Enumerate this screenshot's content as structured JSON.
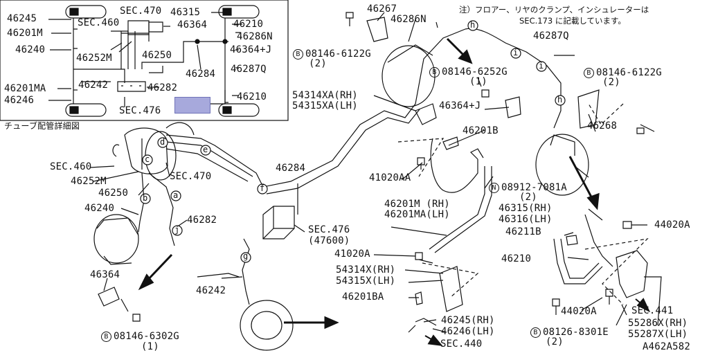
{
  "note": {
    "line1": "注）フロアー、リヤのクランプ、インシュレーターは",
    "line2": "SEC.173 に記載しています。"
  },
  "inset": {
    "caption": "チューブ配管詳細図",
    "labels": {
      "p46245": "46245",
      "p46201M": "46201M",
      "p46240": "46240",
      "sec460": "SEC.460",
      "sec470": "SEC.470",
      "p46252M": "46252M",
      "p46250": "46250",
      "p46315": "46315",
      "p46210a": "46210",
      "p46364": "46364",
      "p46286N": "46286N",
      "p46364J": "46364+J",
      "p46284": "46284",
      "p46287Q": "46287Q",
      "p46201MA": "46201MA",
      "p46242": "46242",
      "p46282": "46282",
      "p46246": "46246",
      "p46210b": "46210",
      "sec476": "SEC.476"
    }
  },
  "main": {
    "labels": {
      "p46267": "46267",
      "p46286N": "46286N",
      "b08146_6122G_a": "08146-6122G",
      "b08146_6122G_a_qty": "(2)",
      "b08146_6252G": "08146-6252G",
      "b08146_6252G_qty": "(1)",
      "p46287Q": "46287Q",
      "b08146_6122G_b": "08146-6122G",
      "b08146_6122G_b_qty": "(2)",
      "p54314XA": "54314XA(RH)",
      "p54315XA": "54315XA(LH)",
      "p46364J": "46364+J",
      "p46268": "46268",
      "p46201B": "46201B",
      "sec460": "SEC.460",
      "p46252M": "46252M",
      "p46250": "46250",
      "sec470": "SEC.470",
      "p46284": "46284",
      "p41020AA": "41020AA",
      "n08912": "08912-7081A",
      "n08912_qty": "(2)",
      "p46240": "46240",
      "p46282": "46282",
      "p46201M": "46201M (RH)",
      "p46201MA": "46201MA(LH)",
      "p46315": "46315(RH)",
      "p46316": "46316(LH)",
      "p44020A_a": "44020A",
      "p46211B": "46211B",
      "sec476": "SEC.476",
      "sec476_sub": "(47600)",
      "p41020A": "41020A",
      "p46210": "46210",
      "p46364": "46364",
      "p54314X": "54314X(RH)",
      "p54315X": "54315X(LH)",
      "p46242": "46242",
      "p46201BA": "46201BA",
      "p44020A_b": "44020A",
      "sec441": "SEC.441",
      "p46245": "46245(RH)",
      "p46246": "46246(LH)",
      "b08126": "08126-8301E",
      "b08126_qty": "(2)",
      "p55286X": "55286X(RH)",
      "p55287X": "55287X(LH)",
      "b08146_6302G": "08146-6302G",
      "b08146_6302G_qty": "(1)",
      "sec440": "SEC.440",
      "drawing_no": "A462A582"
    },
    "circle_letters": {
      "b": "B",
      "n": "N",
      "c": "c",
      "d": "d",
      "e": "e",
      "f": "f",
      "g": "g",
      "h": "h",
      "i": "i",
      "a": "a",
      "bb": "b",
      "j": "j"
    }
  },
  "colors": {
    "line": "#111111",
    "highlight": "#a7a9dc"
  }
}
